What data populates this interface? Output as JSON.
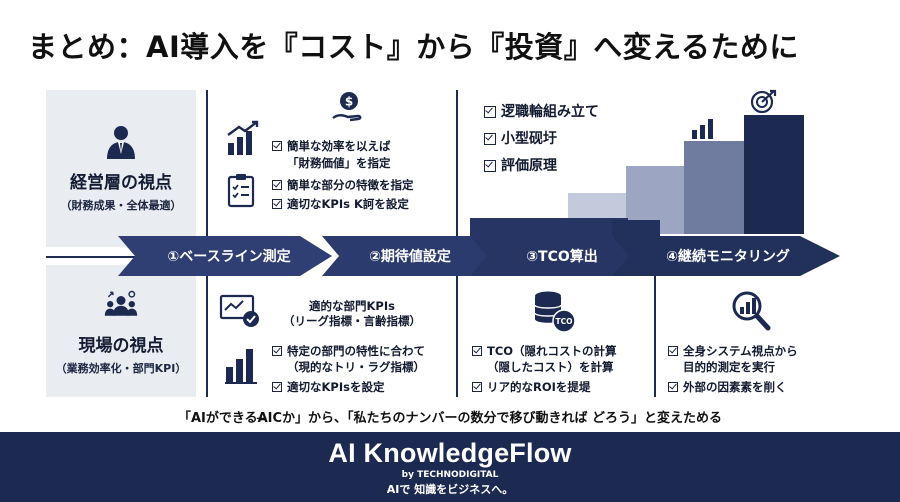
{
  "title": "まとめ：AI導入を『コスト』から『投資』へ変えるために",
  "colors": {
    "navy": "#1c2a52",
    "arrow": "#2b3b6e",
    "panel": "#e9ecf1",
    "stair": [
      "#dfe3ec",
      "#c3cadb",
      "#9ca6c2",
      "#6f7ca0",
      "#1c2a52"
    ]
  },
  "perspectives": {
    "executive": {
      "title": "経営層の視点",
      "subtitle": "（財務成果・全体最適）",
      "icon": "businessman-icon"
    },
    "field": {
      "title": "現場の視点",
      "subtitle": "（業務効率化・部門KPI）",
      "icon": "team-icon"
    }
  },
  "steps": [
    {
      "label": "①ベースライン測定"
    },
    {
      "label": "②期待値設定"
    },
    {
      "label": "③TCO算出"
    },
    {
      "label": "④継続モニタリング"
    }
  ],
  "baseline_top": [
    "簡単な効率を以えば",
    "「財務価値」を指定",
    "簡単な部分の特徴を指定",
    "適切なKPIs K訶を設定"
  ],
  "baseline_bottom": {
    "heading": [
      "適的な部門KPIs",
      "（リーグ指標・言齢指標）"
    ],
    "items": [
      "特定の部門の特性に合わて",
      "（現的なトリ・ラグ指標）",
      "適切なKPIsを設定"
    ]
  },
  "tco_top": [
    "逻職輪組み立て",
    "小型砚圩",
    "評価原理"
  ],
  "tco_bottom": [
    "TCO（隠れコストの計算",
    "（隠したコスト）を計算",
    "リア的なROIを提堤"
  ],
  "tco_badge": "TCO",
  "monitoring_bottom": [
    "全身システム視点から",
    "目的的測定を実行",
    "外部の因素素を削く"
  ],
  "tagline": "「AIができるA̶ICか」から、「私たちのナンバーの数分で移び動きれば どろう」と変えためる",
  "footer": {
    "brand": "AI KnowledgeFlow",
    "by": "by TECHNODIGITAL",
    "slogan": "AIで 知識をビジネスへ。"
  }
}
